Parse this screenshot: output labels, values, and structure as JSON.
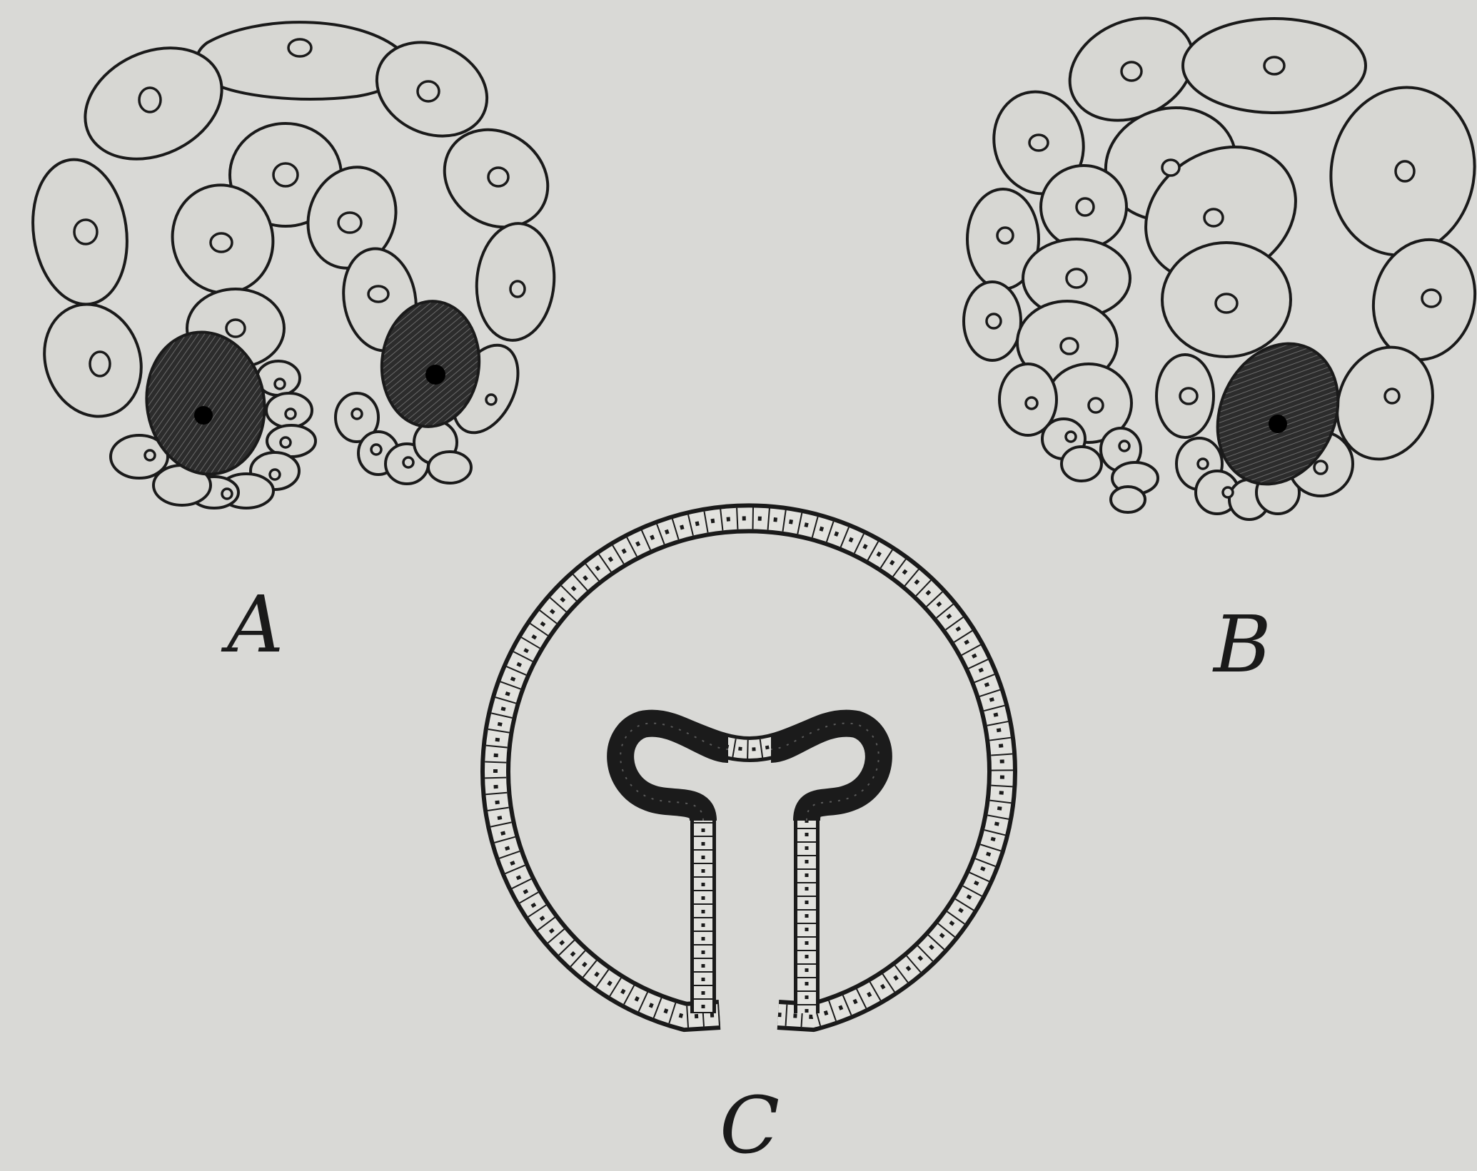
{
  "figure": {
    "panels": [
      {
        "id": "A",
        "label": "A"
      },
      {
        "id": "B",
        "label": "B"
      },
      {
        "id": "C",
        "label": "C"
      }
    ]
  },
  "colors": {
    "background": "#d9d9d6",
    "cell_fill": "#d7d7d3",
    "outline": "#1a1a1a",
    "shaded_cell": "#3a3a3a"
  }
}
